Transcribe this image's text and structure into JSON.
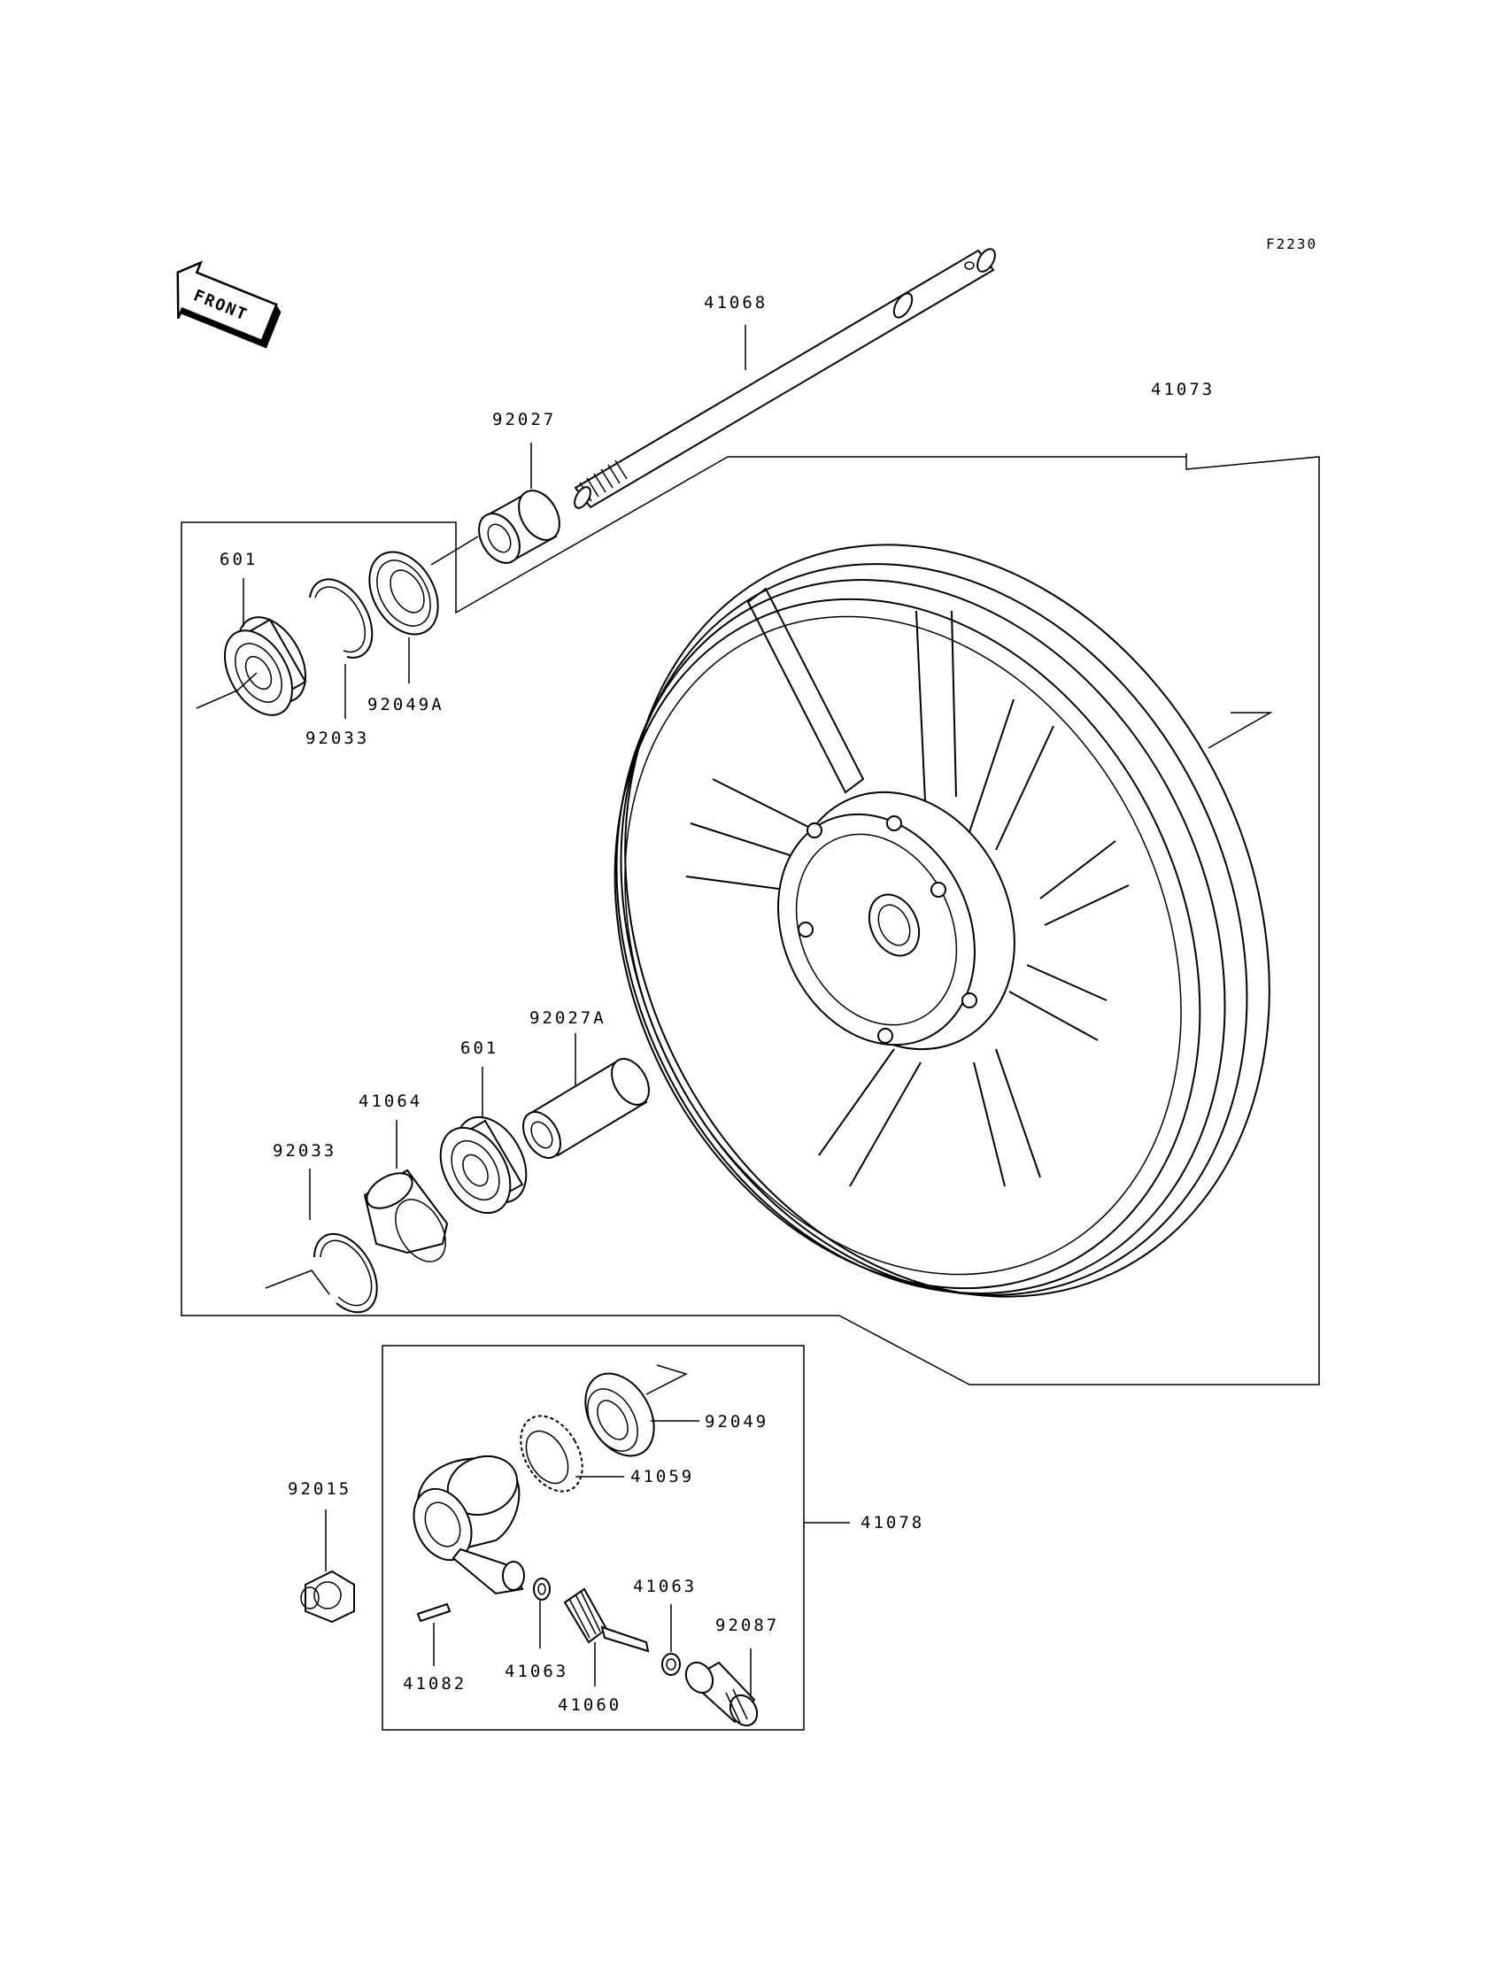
{
  "diagram": {
    "reference_code": "F2230",
    "front_marker": "FRONT",
    "part_labels": {
      "axle": "41068",
      "wheel_assembly": "41073",
      "collar_top": "92027",
      "bearing_top": "601",
      "oil_seal_top": "92049A",
      "circlip_top": "92033",
      "collar_lower": "92027A",
      "bearing_lower": "601",
      "hub_cover": "41064",
      "circlip_lower": "92033",
      "oil_seal_gear": "92049",
      "speedo_gear": "41059",
      "speedo_gearbox_assembly": "41078",
      "axle_nut": "92015",
      "pin": "41082",
      "washer_left": "41063",
      "washer_right": "41063",
      "pinion": "41060",
      "bushing": "92087"
    }
  }
}
